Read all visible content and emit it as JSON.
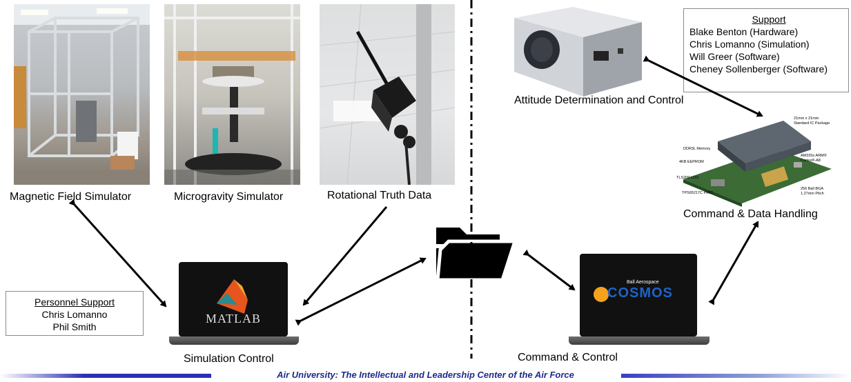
{
  "images": {
    "magnetic": {
      "caption": "Magnetic Field Simulator"
    },
    "microgravity": {
      "caption": "Microgravity Simulator"
    },
    "rotational": {
      "caption": "Rotational Truth Data"
    },
    "adcs": {
      "caption": "Attitude Determination and Control"
    },
    "cdh": {
      "caption": "Command & Data Handling",
      "labels": {
        "package": "21mm x 21mm Standard IC Package",
        "ddr": "DDR3L Memory",
        "eeprom": "4KB EEPROM",
        "ldo": "TLS209 LDO",
        "pmic": "TPS65217C PMIC",
        "arm": "AM335x ARM® Cortex®-A8",
        "bga": "256 Ball BGA 1.27mm Pitch"
      }
    }
  },
  "laptops": {
    "simulation": {
      "caption": "Simulation Control",
      "screen_logo": "MATLAB"
    },
    "command": {
      "caption": "Command & Control",
      "screen_brand_small": "Ball Aerospace",
      "screen_brand": "COSMOS"
    }
  },
  "support_box": {
    "title": "Support",
    "items": [
      "Blake Benton (Hardware)",
      "Chris Lomanno (Simulation)",
      "Will Greer (Software)",
      "Cheney Sollenberger (Software)"
    ]
  },
  "personnel_box": {
    "title": "Personnel Support",
    "items": [
      "Chris Lomanno",
      "Phil Smith"
    ]
  },
  "footer": {
    "text": "Air University: The Intellectual and Leadership Center of the Air Force",
    "color": "#1f2a8c"
  },
  "colors": {
    "arrow": "#000000",
    "cosmos_blue": "#1e63c8",
    "cosmos_orange": "#f7a21b"
  }
}
